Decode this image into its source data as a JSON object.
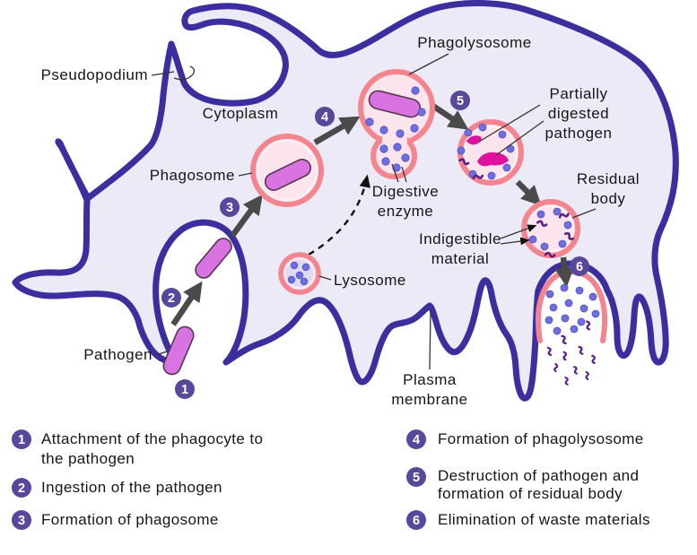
{
  "diagram": {
    "labels": {
      "pseudopodium": "Pseudopodium",
      "cytoplasm": "Cytoplasm",
      "phagosome": "Phagosome",
      "pathogen": "Pathogen",
      "phagolysosome": "Phagolysosome",
      "digestive_enzyme_line1": "Digestive",
      "digestive_enzyme_line2": "enzyme",
      "lysosome": "Lysosome",
      "partially_digested_line1": "Partially",
      "partially_digested_line2": "digested",
      "partially_digested_line3": "pathogen",
      "residual_body_line1": "Residual",
      "residual_body_line2": "body",
      "indigestible_line1": "Indigestible",
      "indigestible_line2": "material",
      "plasma_membrane_line1": "Plasma",
      "plasma_membrane_line2": "membrane"
    },
    "steps": {
      "s1": "1",
      "s2": "2",
      "s3": "3",
      "s4": "4",
      "s5": "5",
      "s6": "6"
    }
  },
  "legend": {
    "items": [
      {
        "num": "1",
        "line1": "Attachment of the phagocyte to",
        "line2": "the pathogen"
      },
      {
        "num": "2",
        "line1": "Ingestion of the pathogen",
        "line2": ""
      },
      {
        "num": "3",
        "line1": "Formation of phagosome",
        "line2": ""
      },
      {
        "num": "4",
        "line1": "Formation of phagolysosome",
        "line2": ""
      },
      {
        "num": "5",
        "line1": "Destruction of pathogen and",
        "line2": "formation of residual body"
      },
      {
        "num": "6",
        "line1": "Elimination of waste materials",
        "line2": ""
      }
    ]
  },
  "colors": {
    "membrane": "#3B2F9F",
    "cytoplasm": "#ECEAF6",
    "vesicle_ring": "#F4858F",
    "vesicle_fill": "#FCE4EC",
    "lysosome_fill": "#DFD9F2",
    "pathogen_fill": "#D973E2",
    "pathogen_outline": "#54384F",
    "enzyme_dot": "#6E6EE0",
    "digested_fragment": "#E0109E",
    "waste_squiggle": "#5C1E86",
    "step_badge": "#57489B",
    "arrow": "#4A4A4A",
    "label_text": "#161616"
  }
}
